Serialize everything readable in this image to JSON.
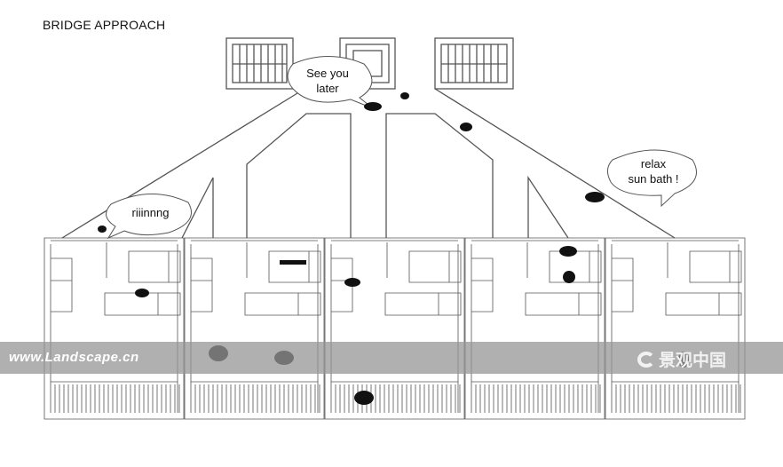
{
  "title": "BRIDGE APPROACH",
  "bubbles": {
    "see_you_later": "See you\nlater",
    "relax": "relax\nsun bath !",
    "ring": "riiinnng"
  },
  "watermark": {
    "url": "www.Landscape.cn",
    "logo_text": "景观中国"
  },
  "colors": {
    "line": "#555555",
    "band": "#969696",
    "figure": "#111111"
  }
}
